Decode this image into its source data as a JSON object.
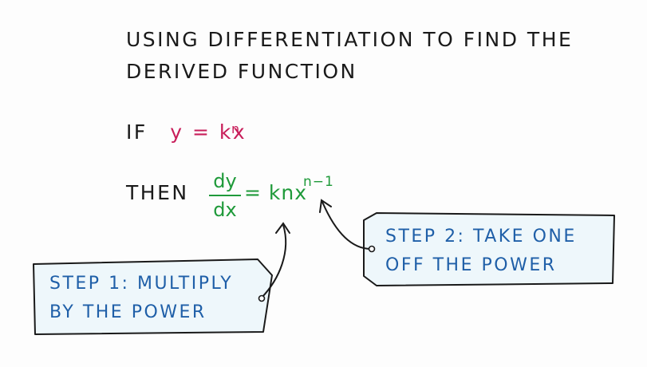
{
  "heading": {
    "line1": "USING DIFFERENTIATION TO FIND THE",
    "line2": "DERIVED FUNCTION"
  },
  "if_line": {
    "word": "IF",
    "lhs": "y = kx",
    "exponent": "n"
  },
  "then_line": {
    "word": "THEN",
    "frac_top": "dy",
    "frac_bottom": "dx",
    "rhs": "= knx",
    "exponent": "n−1"
  },
  "step1": {
    "line1": "STEP 1: MULTIPLY",
    "line2": "BY THE POWER"
  },
  "step2": {
    "line1": "STEP 2: TAKE ONE",
    "line2": "OFF THE POWER"
  },
  "colors": {
    "pink": "#c81e5a",
    "green": "#1f9a3a",
    "box_fill": "#eef7fb",
    "outline": "#1a1a1a"
  }
}
